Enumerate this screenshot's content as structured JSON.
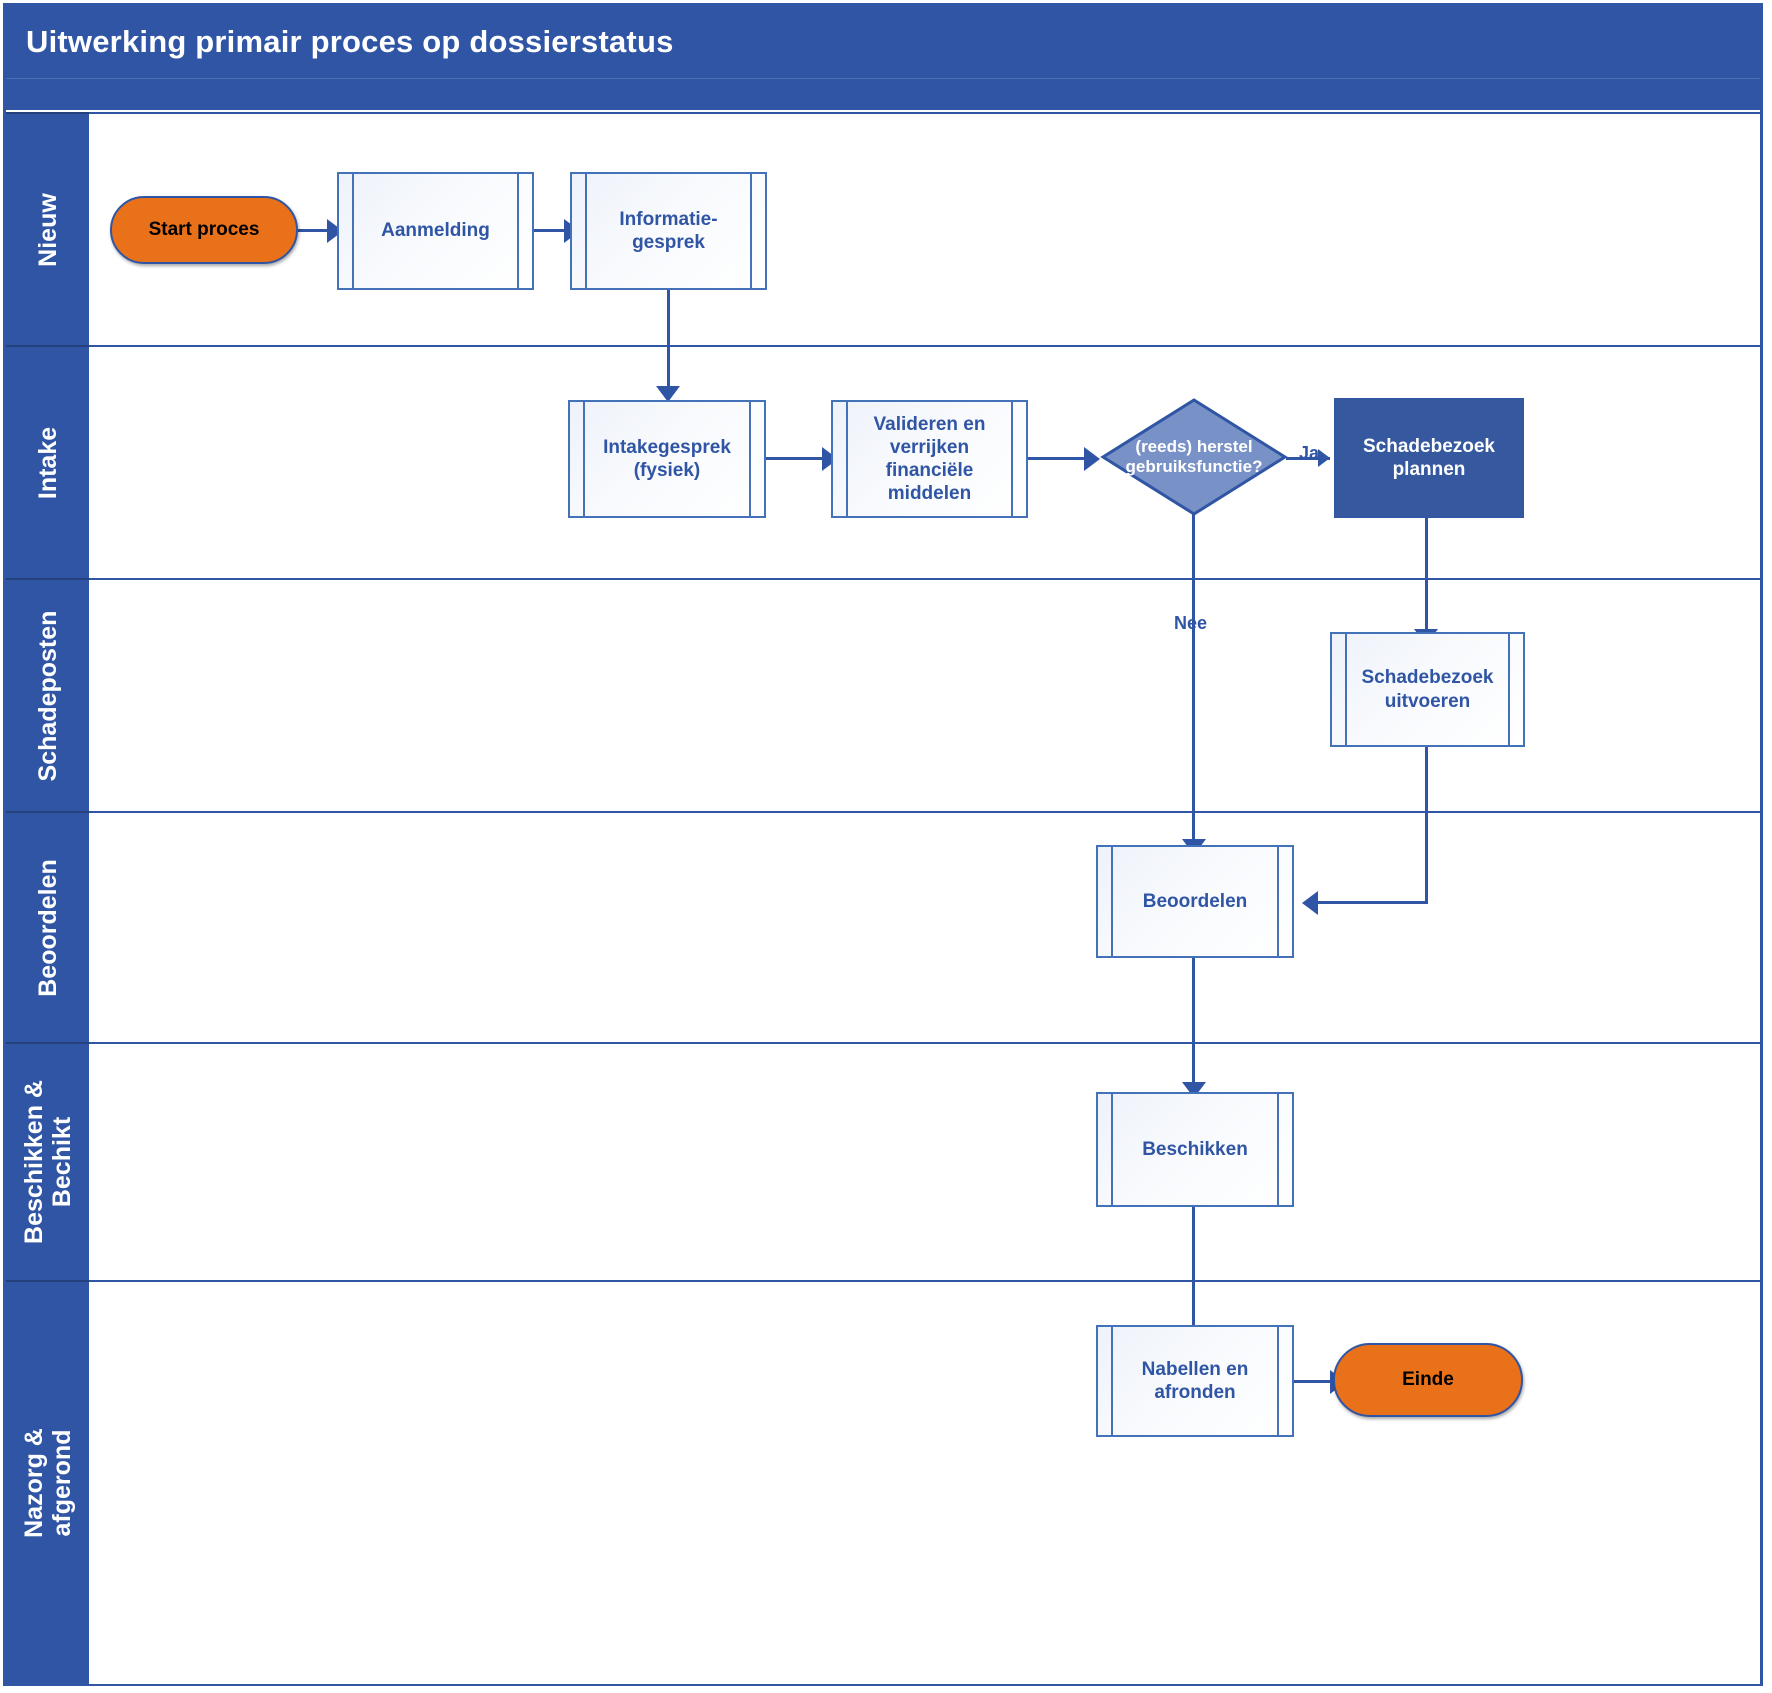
{
  "diagram": {
    "title": "Uitwerking primair proces op dossierstatus",
    "type": "swimlane-flowchart",
    "colors": {
      "header_blue": "#2F55A4",
      "lane_blue": "#2F55A4",
      "solid_node_blue": "#36589F",
      "decision_blue": "#7891C6",
      "terminator_orange": "#E8711A",
      "node_border": "#4472B8",
      "connector": "#2F55A4",
      "node_text": "#2F55A4",
      "lane_text": "#FFFFFF"
    }
  },
  "lanes": [
    {
      "id": "nieuw",
      "label": "Nieuw"
    },
    {
      "id": "intake",
      "label": "Intake"
    },
    {
      "id": "schadeposten",
      "label": "Schadeposten"
    },
    {
      "id": "beoordelen",
      "label": "Beoordelen"
    },
    {
      "id": "beschikken",
      "label": "Beschikken &\nBechikt"
    },
    {
      "id": "nazorg",
      "label": "Nazorg &\nafgerond"
    }
  ],
  "nodes": [
    {
      "id": "start",
      "lane": "nieuw",
      "shape": "terminator",
      "label": "Start proces"
    },
    {
      "id": "aanmelding",
      "lane": "nieuw",
      "shape": "predefined-process",
      "label": "Aanmelding"
    },
    {
      "id": "informatiegesprek",
      "lane": "nieuw",
      "shape": "predefined-process",
      "label": "Informatie-\ngesprek"
    },
    {
      "id": "intakegesprek",
      "lane": "intake",
      "shape": "predefined-process",
      "label": "Intakegesprek\n(fysiek)"
    },
    {
      "id": "valideren",
      "lane": "intake",
      "shape": "predefined-process",
      "label": "Valideren en\nverrijken\nfinanciële\nmiddelen"
    },
    {
      "id": "herstel",
      "lane": "intake",
      "shape": "decision",
      "label": "(reeds) herstel\ngebruiksfunctie?"
    },
    {
      "id": "bezoek_plannen",
      "lane": "intake",
      "shape": "process-solid",
      "label": "Schadebezoek\nplannen"
    },
    {
      "id": "bezoek_uitvoeren",
      "lane": "schadeposten",
      "shape": "predefined-process",
      "label": "Schadebezoek\nuitvoeren"
    },
    {
      "id": "beoordelen",
      "lane": "beoordelen",
      "shape": "predefined-process",
      "label": "Beoordelen"
    },
    {
      "id": "beschikken",
      "lane": "beschikken",
      "shape": "predefined-process",
      "label": "Beschikken"
    },
    {
      "id": "nabellen",
      "lane": "nazorg",
      "shape": "predefined-process",
      "label": "Nabellen en\nafronden"
    },
    {
      "id": "einde",
      "lane": "nazorg",
      "shape": "terminator",
      "label": "Einde"
    }
  ],
  "edges": [
    {
      "from": "start",
      "to": "aanmelding",
      "label": ""
    },
    {
      "from": "aanmelding",
      "to": "informatiegesprek",
      "label": ""
    },
    {
      "from": "informatiegesprek",
      "to": "intakegesprek",
      "label": ""
    },
    {
      "from": "intakegesprek",
      "to": "valideren",
      "label": ""
    },
    {
      "from": "valideren",
      "to": "herstel",
      "label": ""
    },
    {
      "from": "herstel",
      "to": "bezoek_plannen",
      "label": "Ja"
    },
    {
      "from": "herstel",
      "to": "beoordelen",
      "label": "Nee"
    },
    {
      "from": "bezoek_plannen",
      "to": "bezoek_uitvoeren",
      "label": ""
    },
    {
      "from": "bezoek_uitvoeren",
      "to": "beoordelen",
      "label": ""
    },
    {
      "from": "beoordelen",
      "to": "beschikken",
      "label": ""
    },
    {
      "from": "beschikken",
      "to": "nabellen",
      "label": ""
    },
    {
      "from": "nabellen",
      "to": "einde",
      "label": ""
    }
  ],
  "edge_labels": {
    "ja": "Ja",
    "nee": "Nee"
  }
}
